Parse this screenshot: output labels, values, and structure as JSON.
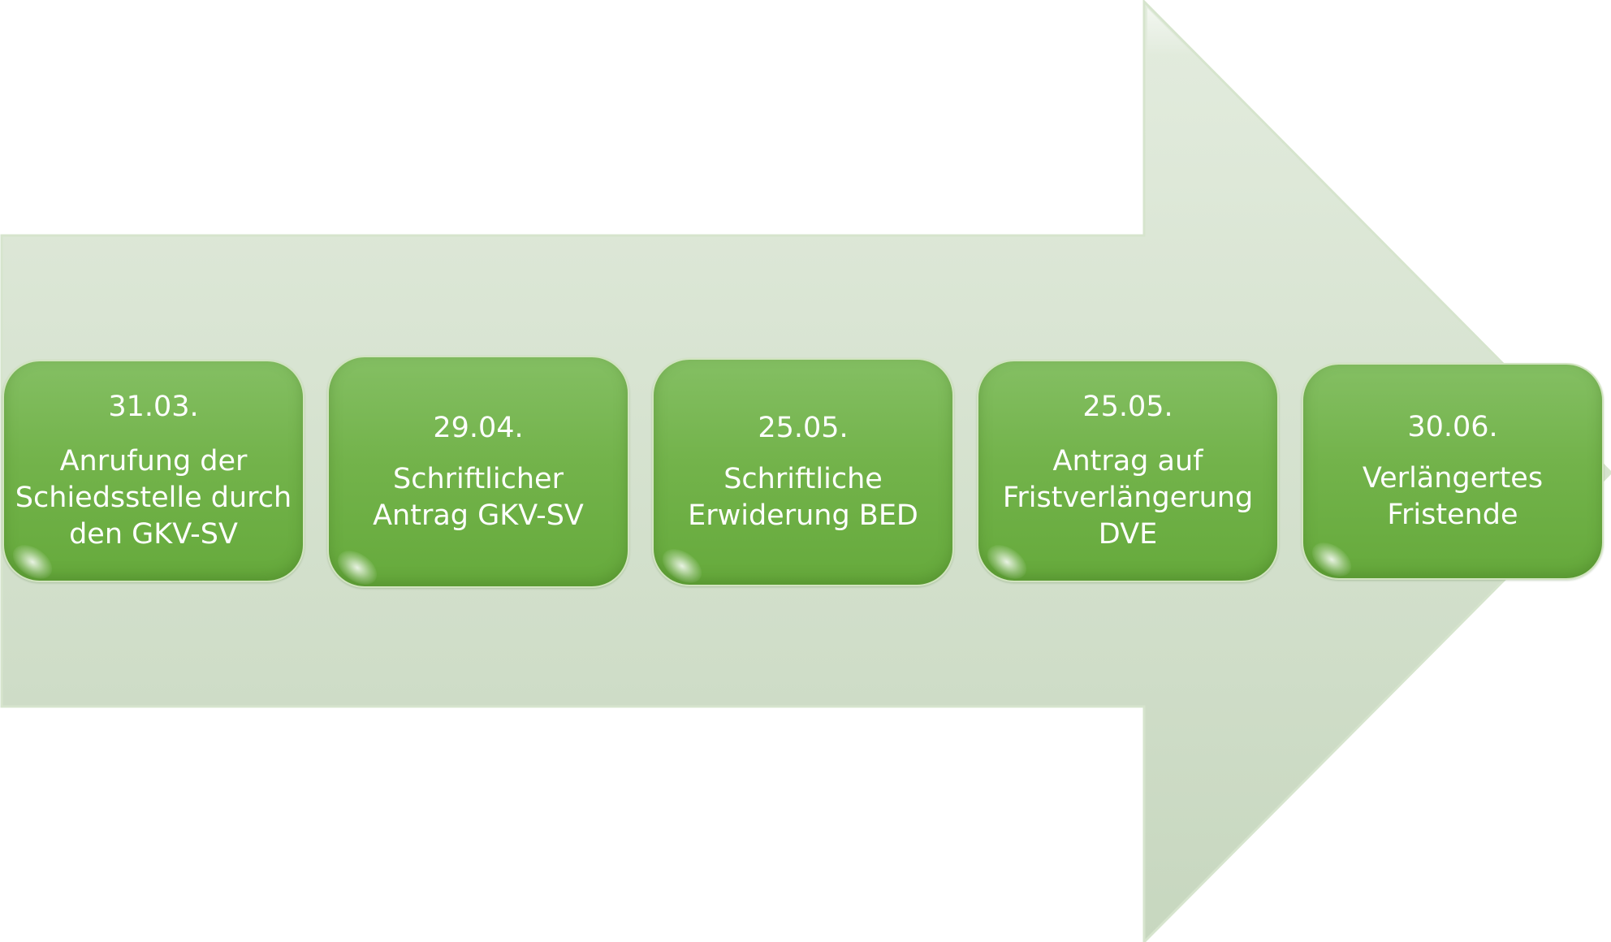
{
  "colors": {
    "arrow_fill_top": "#e1ebdc",
    "arrow_fill_bottom": "#c9d9c1",
    "arrow_edge": "#d7e5ce",
    "box_green": "#72b24a",
    "box_text": "#ffffff"
  },
  "steps": [
    {
      "date": "31.03.",
      "label": "Anrufung der\nSchiedsstelle durch\nden GKV-SV"
    },
    {
      "date": "29.04.",
      "label": "Schriftlicher\nAntrag GKV-SV"
    },
    {
      "date": "25.05.",
      "label": "Schriftliche\nErwiderung BED"
    },
    {
      "date": "25.05.",
      "label": "Antrag auf\nFristverlängerung\nDVE"
    },
    {
      "date": "30.06.",
      "label": "Verlängertes\nFristende"
    }
  ]
}
